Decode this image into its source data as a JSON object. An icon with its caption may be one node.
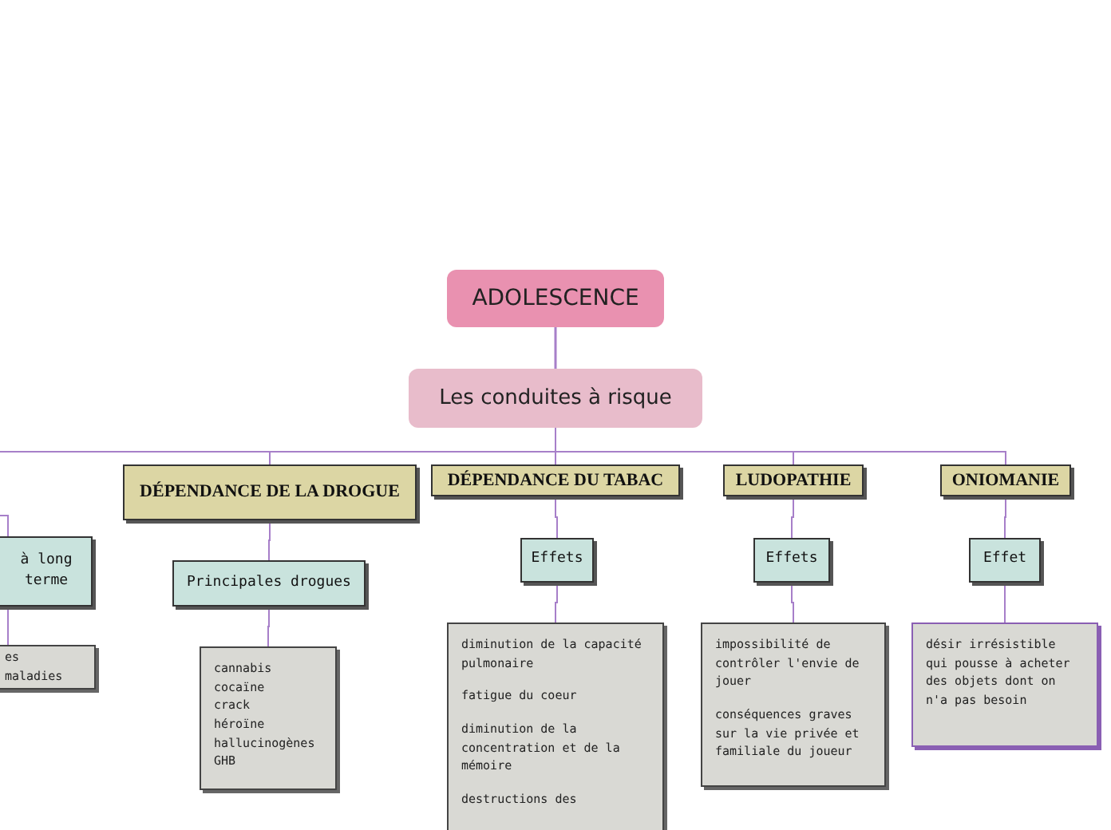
{
  "diagram": {
    "nodes": [
      {
        "text": [
          "ADOLESCENCE"
        ]
      },
      {
        "text": [
          "Les conduites à risque"
        ]
      },
      {
        "text": [
          "DÉPENDANCE DE LA DROGUE"
        ]
      },
      {
        "text": [
          "DÉPENDANCE DU TABAC"
        ]
      },
      {
        "text": [
          "LUDOPATHIE"
        ]
      },
      {
        "text": [
          "ONIOMANIE"
        ]
      },
      {
        "text": [
          "à long terme"
        ]
      },
      {
        "text": [
          "Principales drogues"
        ]
      },
      {
        "text": [
          "Effets"
        ]
      },
      {
        "text": [
          "Effets"
        ]
      },
      {
        "text": [
          "Effet"
        ]
      },
      {
        "text": [
          "es maladies"
        ]
      },
      {
        "text": [
          "cannabis",
          "cocaïne",
          "crack",
          "héroïne",
          "hallucinogènes",
          "GHB"
        ]
      },
      {
        "text": [
          "diminution de la capacité pulmonaire",
          "fatigue du coeur",
          "diminution de la concentration et de la mémoire",
          "destructions des"
        ]
      },
      {
        "text": [
          "impossibilité de contrôler l'envie de jouer",
          "conséquences graves sur la vie privée et familiale du joueur"
        ]
      },
      {
        "text": [
          "désir irrésistible qui pousse à acheter des objets dont on n'a pas besoin"
        ]
      }
    ],
    "edges": [
      {
        "from": 0,
        "to": 1,
        "arrow": "none"
      },
      {
        "from": 1,
        "to": 2,
        "arrow": "none"
      },
      {
        "from": 1,
        "to": 3,
        "arrow": "none"
      },
      {
        "from": 1,
        "to": 4,
        "arrow": "none"
      },
      {
        "from": 1,
        "to": 5,
        "arrow": "none"
      },
      {
        "from": 1,
        "to": null,
        "arrow": "none"
      },
      {
        "from": null,
        "to": 6,
        "arrow": "none"
      },
      {
        "from": 6,
        "to": 11,
        "arrow": "none"
      },
      {
        "from": 2,
        "to": 7,
        "arrow": "none"
      },
      {
        "from": 3,
        "to": 8,
        "arrow": "none"
      },
      {
        "from": 4,
        "to": 9,
        "arrow": "none"
      },
      {
        "from": 5,
        "to": 10,
        "arrow": "none"
      },
      {
        "from": 7,
        "to": 12,
        "arrow": "none"
      },
      {
        "from": 8,
        "to": 13,
        "arrow": "none"
      },
      {
        "from": 9,
        "to": 14,
        "arrow": "none"
      },
      {
        "from": 10,
        "to": 15,
        "arrow": "none"
      }
    ]
  }
}
